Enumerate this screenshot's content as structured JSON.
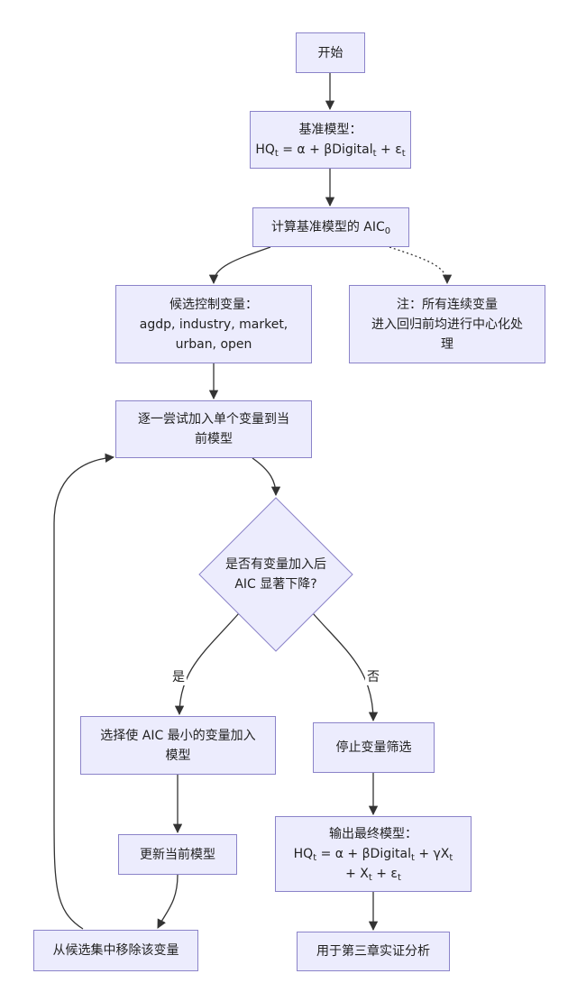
{
  "nodes": {
    "start": {
      "label": "开始"
    },
    "baseline": {
      "title": "基准模型：",
      "formula": {
        "a": "HQ",
        "b": "t",
        "c": " = α + βDigital",
        "d": "t",
        "e": " + ε",
        "f": "t"
      }
    },
    "aic0": {
      "text": "计算基准模型的 AIC",
      "sub": "0"
    },
    "candidates": {
      "line1": "候选控制变量：",
      "line2": "agdp, industry, market,",
      "line3": "urban, open"
    },
    "note": {
      "line1": "注：所有连续变量",
      "line2": "进入回归前均进行中心化处",
      "line3": "理"
    },
    "try": {
      "line1": "逐一尝试加入单个变量到当",
      "line2": "前模型"
    },
    "decision": {
      "line1": "是否有变量加入后",
      "line2": "AIC 显著下降?"
    },
    "select": {
      "line1": "选择使 AIC 最小的变量加入",
      "line2": "模型"
    },
    "stop": {
      "label": "停止变量筛选"
    },
    "update": {
      "label": "更新当前模型"
    },
    "final": {
      "title": "输出最终模型：",
      "l2": {
        "a": "HQ",
        "b": "t",
        "c": " = α + βDigital",
        "d": "t",
        "e": " + γX",
        "f": "t"
      },
      "l3": {
        "a": "+ X",
        "b": "t",
        "c": " + ε",
        "d": "t"
      }
    },
    "remove": {
      "label": "从候选集中移除该变量"
    },
    "chapter3": {
      "label": "用于第三章实证分析"
    }
  },
  "edge_labels": {
    "yes": "是",
    "no": "否"
  },
  "colors": {
    "node_fill": "#ececfd",
    "node_border": "#8b83c9",
    "edge": "#333333"
  }
}
